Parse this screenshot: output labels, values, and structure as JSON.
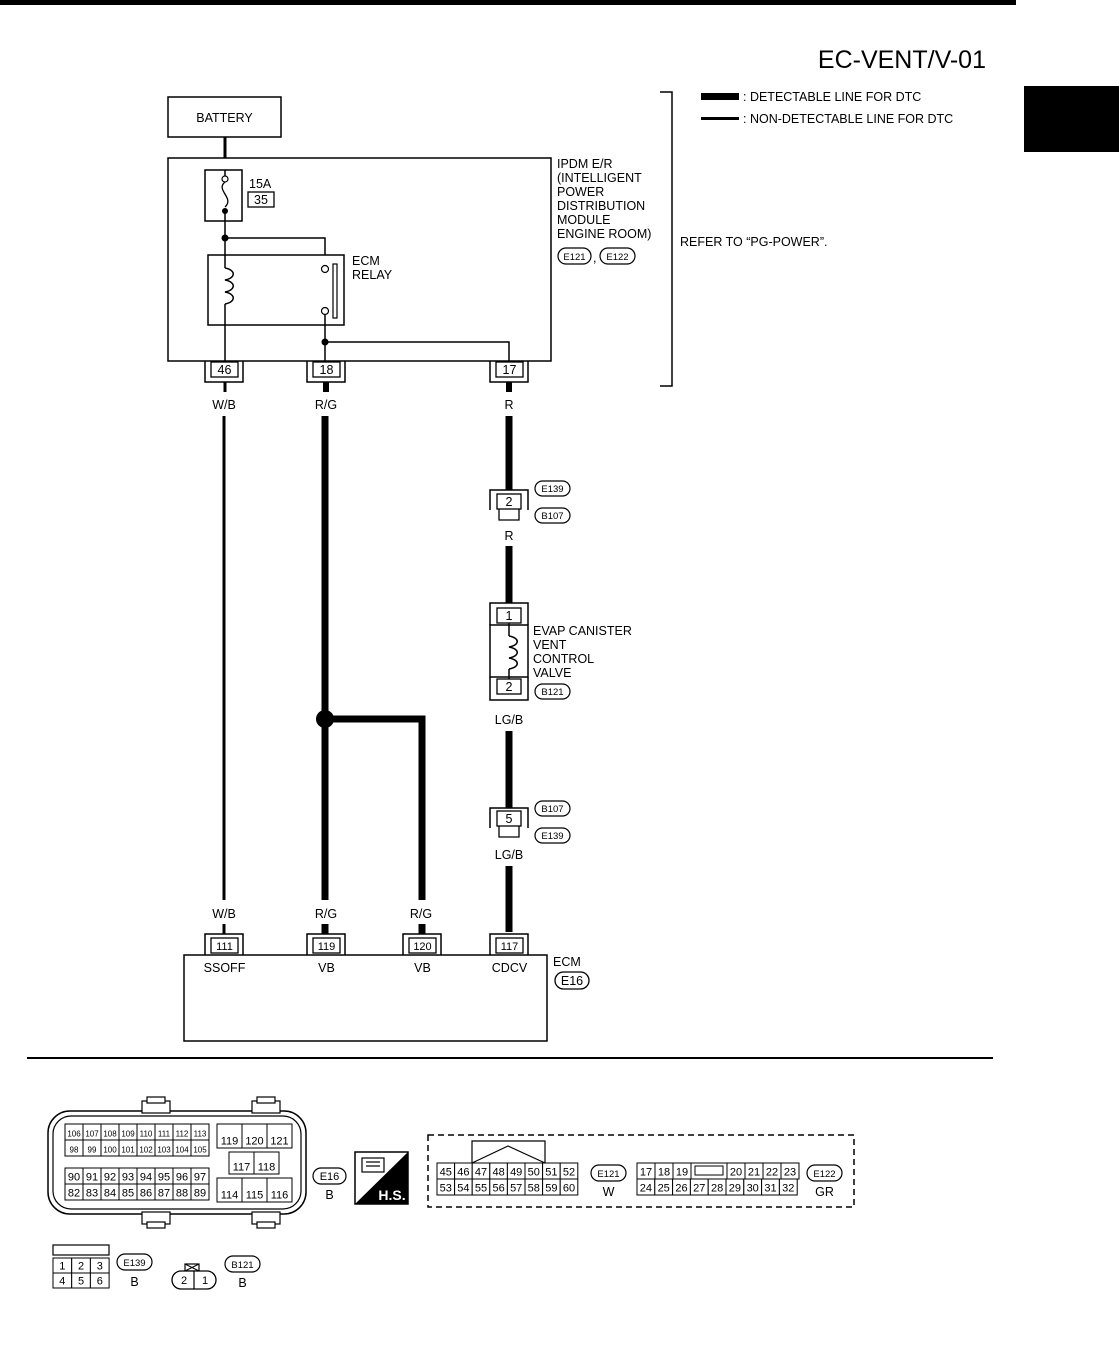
{
  "header": {
    "title": "EC-VENT/V-01"
  },
  "legend": {
    "detectable": ": DETECTABLE LINE FOR DTC",
    "non_detectable": ": NON-DETECTABLE LINE FOR DTC"
  },
  "refer_note": "REFER TO “PG-POWER”.",
  "battery": "BATTERY",
  "fuse": {
    "rating": "15A",
    "number": "35"
  },
  "ipdm": {
    "lines": [
      "IPDM E/R",
      "(INTELLIGENT",
      "POWER",
      "DISTRIBUTION",
      "MODULE",
      "ENGINE ROOM)"
    ],
    "connectors": [
      "E121",
      "E122"
    ],
    "sep": ","
  },
  "ecm_relay": [
    "ECM",
    "RELAY"
  ],
  "ipdm_pins": [
    "46",
    "18",
    "17"
  ],
  "wire_colors": {
    "wb_top": "W/B",
    "rg_top": "R/G",
    "r_top": "R",
    "r_mid": "R",
    "lgb_mid": "LG/B",
    "lgb_low": "LG/B",
    "wb_bottom": "W/B",
    "rg_bottom1": "R/G",
    "rg_bottom2": "R/G"
  },
  "joint1": {
    "pin": "2",
    "connectors": [
      "E139",
      "B107"
    ]
  },
  "evap_valve": {
    "lines": [
      "EVAP CANISTER",
      "VENT",
      "CONTROL",
      "VALVE"
    ],
    "pins": [
      "1",
      "2"
    ],
    "connector": "B121"
  },
  "joint2": {
    "pin": "5",
    "connectors": [
      "B107",
      "E139"
    ]
  },
  "ecm": {
    "label": "ECM",
    "connector": "E16",
    "pins": [
      "111",
      "119",
      "120",
      "117"
    ],
    "terminals": [
      "SSOFF",
      "VB",
      "VB",
      "CDCV"
    ]
  },
  "conn_e16": {
    "id": "E16",
    "color": "B",
    "row1": [
      "106",
      "107",
      "108",
      "109",
      "110",
      "111",
      "112",
      "113"
    ],
    "row2": [
      "98",
      "99",
      "100",
      "101",
      "102",
      "103",
      "104",
      "105"
    ],
    "row3": [
      "90",
      "91",
      "92",
      "93",
      "94",
      "95",
      "96",
      "97"
    ],
    "row4": [
      "82",
      "83",
      "84",
      "85",
      "86",
      "87",
      "88",
      "89"
    ],
    "top_right": [
      "119",
      "120",
      "121"
    ],
    "mid_right": [
      "117",
      "118"
    ],
    "bottom_right": [
      "114",
      "115",
      "116"
    ]
  },
  "hs_badge": "H.S.",
  "conn_e121": {
    "id": "E121",
    "color": "W",
    "row1": [
      "45",
      "46",
      "47",
      "48",
      "49",
      "50",
      "51",
      "52"
    ],
    "row2": [
      "53",
      "54",
      "55",
      "56",
      "57",
      "58",
      "59",
      "60"
    ]
  },
  "conn_e122": {
    "id": "E122",
    "color": "GR",
    "row1": [
      "17",
      "18",
      "19",
      "",
      "20",
      "21",
      "22",
      "23"
    ],
    "row2": [
      "24",
      "25",
      "26",
      "27",
      "28",
      "29",
      "30",
      "31",
      "32"
    ]
  },
  "conn_e139": {
    "id": "E139",
    "color": "B",
    "row1": [
      "1",
      "2",
      "3"
    ],
    "row2": [
      "4",
      "5",
      "6"
    ]
  },
  "conn_b121": {
    "id": "B121",
    "color": "B",
    "pins": [
      "2",
      "1"
    ]
  }
}
